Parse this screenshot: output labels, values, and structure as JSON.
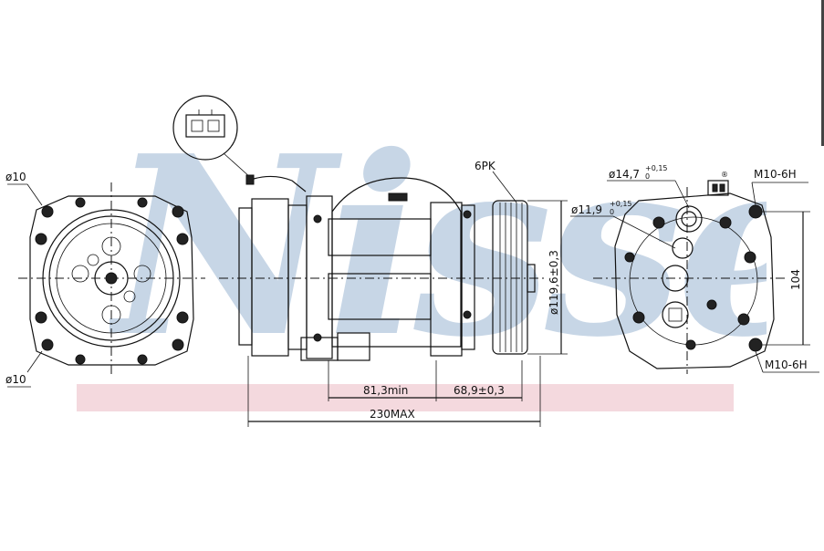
{
  "watermark": {
    "brand": "Nissens"
  },
  "labels": {
    "bolt_top_left": "ø10",
    "bolt_bottom_left": "ø10",
    "belt": "6PK",
    "port_1": "ø14,7",
    "port_1_tol_upper": "+0,15",
    "port_1_tol_lower": "0",
    "port_2": "ø11,9",
    "port_2_tol_upper": "+0,15",
    "port_2_tol_lower": "0",
    "thread_top": "M10-6H",
    "thread_bottom": "M10-6H",
    "pulley_dia": "ø119,6±0,3",
    "dim_mount": "81,3min",
    "dim_pulley": "68,9±0,3",
    "dim_total": "230MAX",
    "dim_height": "104",
    "registered": "®"
  },
  "colors": {
    "watermark": "#c7d6e6",
    "band": "#f4d9de",
    "ink": "#111111"
  }
}
